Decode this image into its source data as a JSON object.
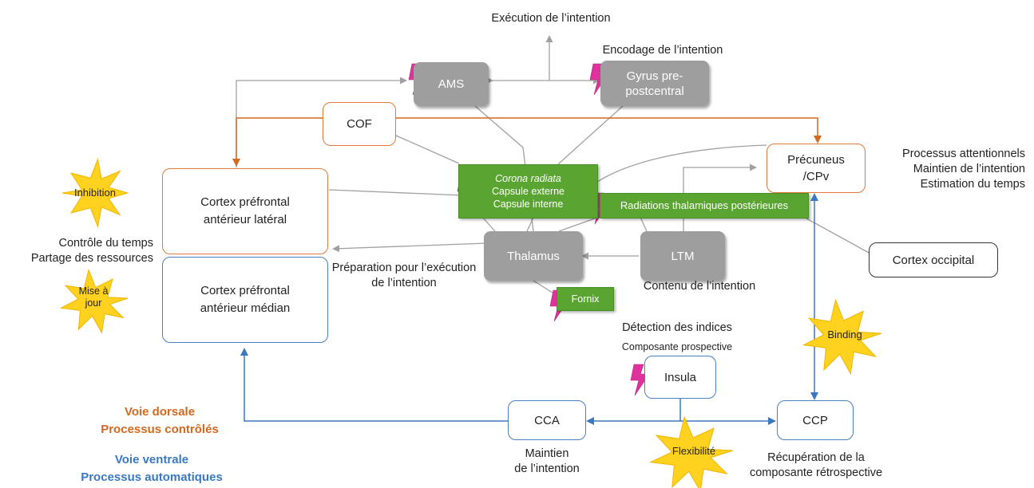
{
  "nodes": {
    "ams": "AMS",
    "gyrus": "Gyrus pre-\npostcentral",
    "cof": "COF",
    "precuneus": "Précuneus\n/CPv",
    "cortex_lateral": "Cortex préfrontal\nantérieur latéral",
    "cortex_median": "Cortex préfrontal\nantérieur médian",
    "corona_radiata": "Corona radiata",
    "capsule_externe": "Capsule externe",
    "capsule_interne": "Capsule interne",
    "radiations": "Radiations thalamiques postérieures",
    "thalamus": "Thalamus",
    "ltm": "LTM",
    "fornix": "Fornix",
    "cortex_occipital": "Cortex occipital",
    "insula": "Insula",
    "cca": "CCA",
    "ccp": "CCP"
  },
  "labels": {
    "execution": "Exécution de l’intention",
    "encodage": "Encodage de l’intention",
    "processus": "Processus attentionnels\nMaintien de l’intention\nEstimation du temps",
    "controle_temps": "Contrôle du temps\nPartage des ressources",
    "preparation": "Préparation pour l’exécution\nde l’intention",
    "contenu": "Contenu de l’intention",
    "detection": "Détection des indices",
    "composante_prospective": "Composante prospective",
    "maintien": "Maintien\nde l’intention",
    "recuperation": "Récupération de la\ncomposante rétrospective"
  },
  "stars": {
    "inhibition": "Inhibition",
    "mise_a_jour": "Mise à\njour",
    "binding": "Binding",
    "flexibilite": "Flexibilité"
  },
  "legend": {
    "dorsal_title": "Voie dorsale",
    "dorsal_sub": "Processus contrôlés",
    "ventral_title": "Voie ventrale",
    "ventral_sub": "Processus automatiques"
  },
  "colors": {
    "dorsal": "#d2691e",
    "ventral": "#3a78c2",
    "gray_line": "#a0a0a0",
    "star": "#ffd21f",
    "lightning": "#e0329c"
  }
}
